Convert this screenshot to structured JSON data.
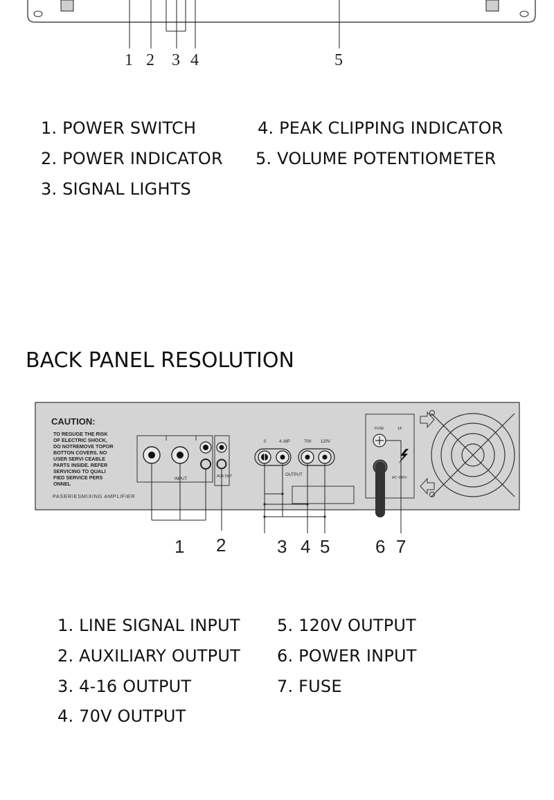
{
  "front_panel": {
    "callouts": [
      "1",
      "2",
      "3",
      "4",
      "5"
    ],
    "legend_left": [
      "1. POWER SWITCH",
      "2. POWER INDICATOR",
      "3. SIGNAL LIGHTS"
    ],
    "legend_right": [
      "4. PEAK CLIPPING INDICATOR",
      "5. VOLUME POTENTIOMETER"
    ]
  },
  "back_panel": {
    "title": "BACK PANEL RESOLUTION",
    "caution_heading": "CAUTION:",
    "caution_lines": [
      "TO REGUGE THE RISK",
      "OF ELECTRIC SHOCK,",
      "DO NOTREMOVE TOPOR",
      "BOTTON COVERS. NO",
      "USER SERVI CEABLE",
      "PARTS INSIDE. REFER",
      "SERVICING TO QUALI",
      "FIED SERVICE PERS",
      "ONNEL"
    ],
    "model_text": "PASERIESMIXING AMPLIFIER",
    "input_label": "INPUT",
    "aux_label": "AUX OUT",
    "output_label": "OUTPUT",
    "terminal_labels": [
      "0",
      "4-16P",
      "70V",
      "120V"
    ],
    "fuse_label": "FUSE",
    "fuse_rating": "1A",
    "ac_label": "AC~220V",
    "callouts": [
      "1",
      "2",
      "3",
      "4",
      "5",
      "6",
      "7"
    ],
    "legend_left": [
      "1. LINE SIGNAL INPUT",
      "2. AUXILIARY OUTPUT",
      "3. 4-16 OUTPUT",
      "4. 70V OUTPUT"
    ],
    "legend_right": [
      "5. 120V OUTPUT",
      "6. POWER INPUT",
      "7. FUSE"
    ]
  }
}
